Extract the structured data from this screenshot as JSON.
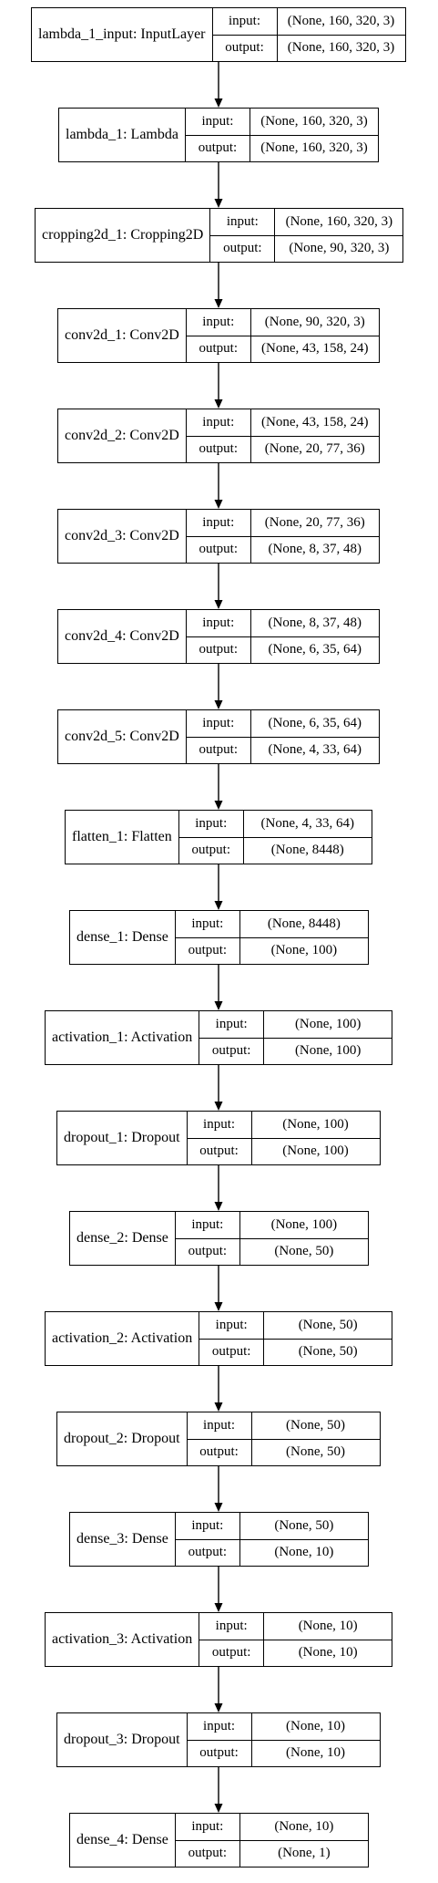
{
  "labels": {
    "input": "input:",
    "output": "output:"
  },
  "layers": [
    {
      "title": "lambda_1_input: InputLayer",
      "input": "(None, 160, 320, 3)",
      "output": "(None, 160, 320, 3)"
    },
    {
      "title": "lambda_1: Lambda",
      "input": "(None, 160, 320, 3)",
      "output": "(None, 160, 320, 3)"
    },
    {
      "title": "cropping2d_1: Cropping2D",
      "input": "(None, 160, 320, 3)",
      "output": "(None, 90, 320, 3)"
    },
    {
      "title": "conv2d_1: Conv2D",
      "input": "(None, 90, 320, 3)",
      "output": "(None, 43, 158, 24)"
    },
    {
      "title": "conv2d_2: Conv2D",
      "input": "(None, 43, 158, 24)",
      "output": "(None, 20, 77, 36)"
    },
    {
      "title": "conv2d_3: Conv2D",
      "input": "(None, 20, 77, 36)",
      "output": "(None, 8, 37, 48)"
    },
    {
      "title": "conv2d_4: Conv2D",
      "input": "(None, 8, 37, 48)",
      "output": "(None, 6, 35, 64)"
    },
    {
      "title": "conv2d_5: Conv2D",
      "input": "(None, 6, 35, 64)",
      "output": "(None, 4, 33, 64)"
    },
    {
      "title": "flatten_1: Flatten",
      "input": "(None, 4, 33, 64)",
      "output": "(None, 8448)"
    },
    {
      "title": "dense_1: Dense",
      "input": "(None, 8448)",
      "output": "(None, 100)"
    },
    {
      "title": "activation_1: Activation",
      "input": "(None, 100)",
      "output": "(None, 100)"
    },
    {
      "title": "dropout_1: Dropout",
      "input": "(None, 100)",
      "output": "(None, 100)"
    },
    {
      "title": "dense_2: Dense",
      "input": "(None, 100)",
      "output": "(None, 50)"
    },
    {
      "title": "activation_2: Activation",
      "input": "(None, 50)",
      "output": "(None, 50)"
    },
    {
      "title": "dropout_2: Dropout",
      "input": "(None, 50)",
      "output": "(None, 50)"
    },
    {
      "title": "dense_3: Dense",
      "input": "(None, 50)",
      "output": "(None, 10)"
    },
    {
      "title": "activation_3: Activation",
      "input": "(None, 10)",
      "output": "(None, 10)"
    },
    {
      "title": "dropout_3: Dropout",
      "input": "(None, 10)",
      "output": "(None, 10)"
    },
    {
      "title": "dense_4: Dense",
      "input": "(None, 10)",
      "output": "(None, 1)"
    }
  ]
}
